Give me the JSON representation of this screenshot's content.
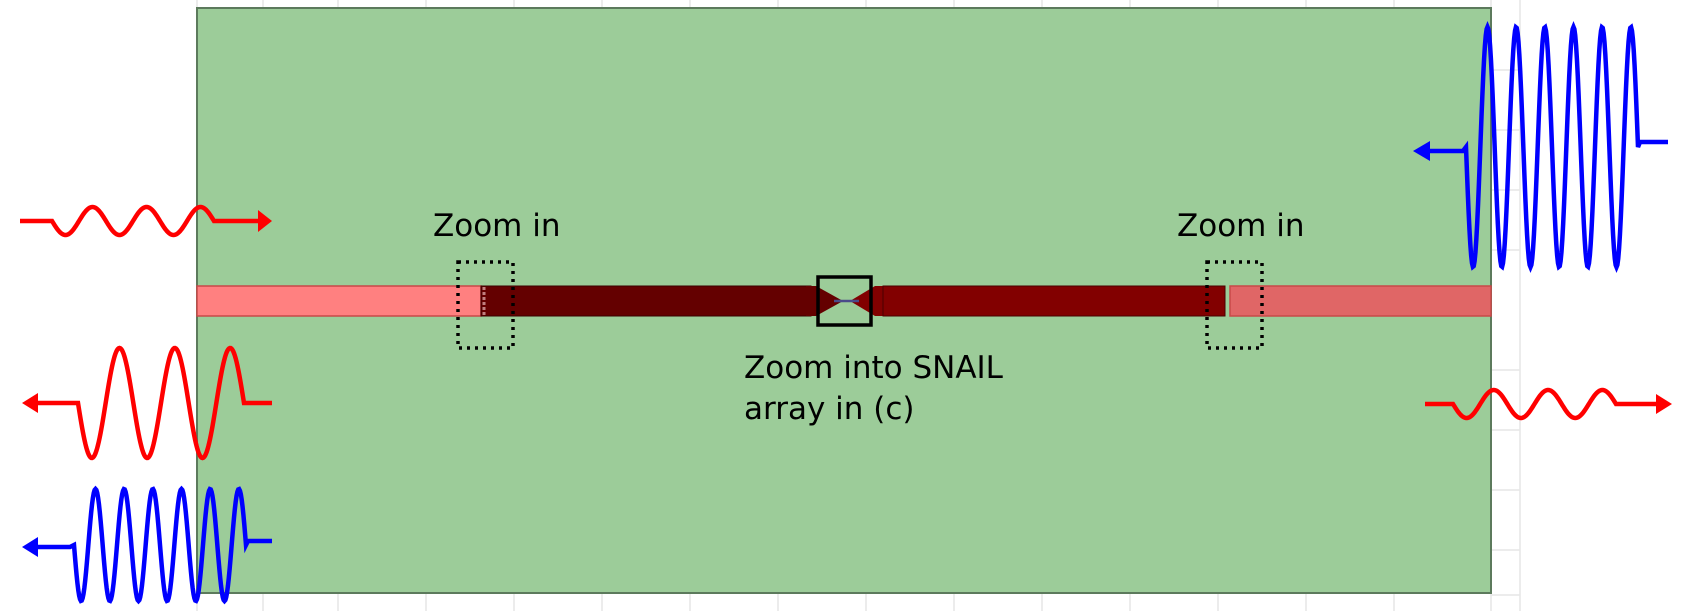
{
  "labels": {
    "zoom_in_left": "Zoom in",
    "zoom_in_right": "Zoom in",
    "snail_line1": "Zoom into SNAIL",
    "snail_line2": "array in (c)"
  },
  "colors": {
    "substrate": "#9ccc99",
    "substrate_edge": "#5c7a5c",
    "outer_line": "#ff8080",
    "outer_line_right": "#e06666",
    "inner_line_left": "#640000",
    "inner_line_right": "#820000",
    "signal_red": "#ff0000",
    "signal_blue": "#0000ff",
    "grid": "#e6e6e6"
  },
  "icons": {
    "right_arrow": "arrow-right-icon",
    "left_arrow": "arrow-left-icon"
  }
}
